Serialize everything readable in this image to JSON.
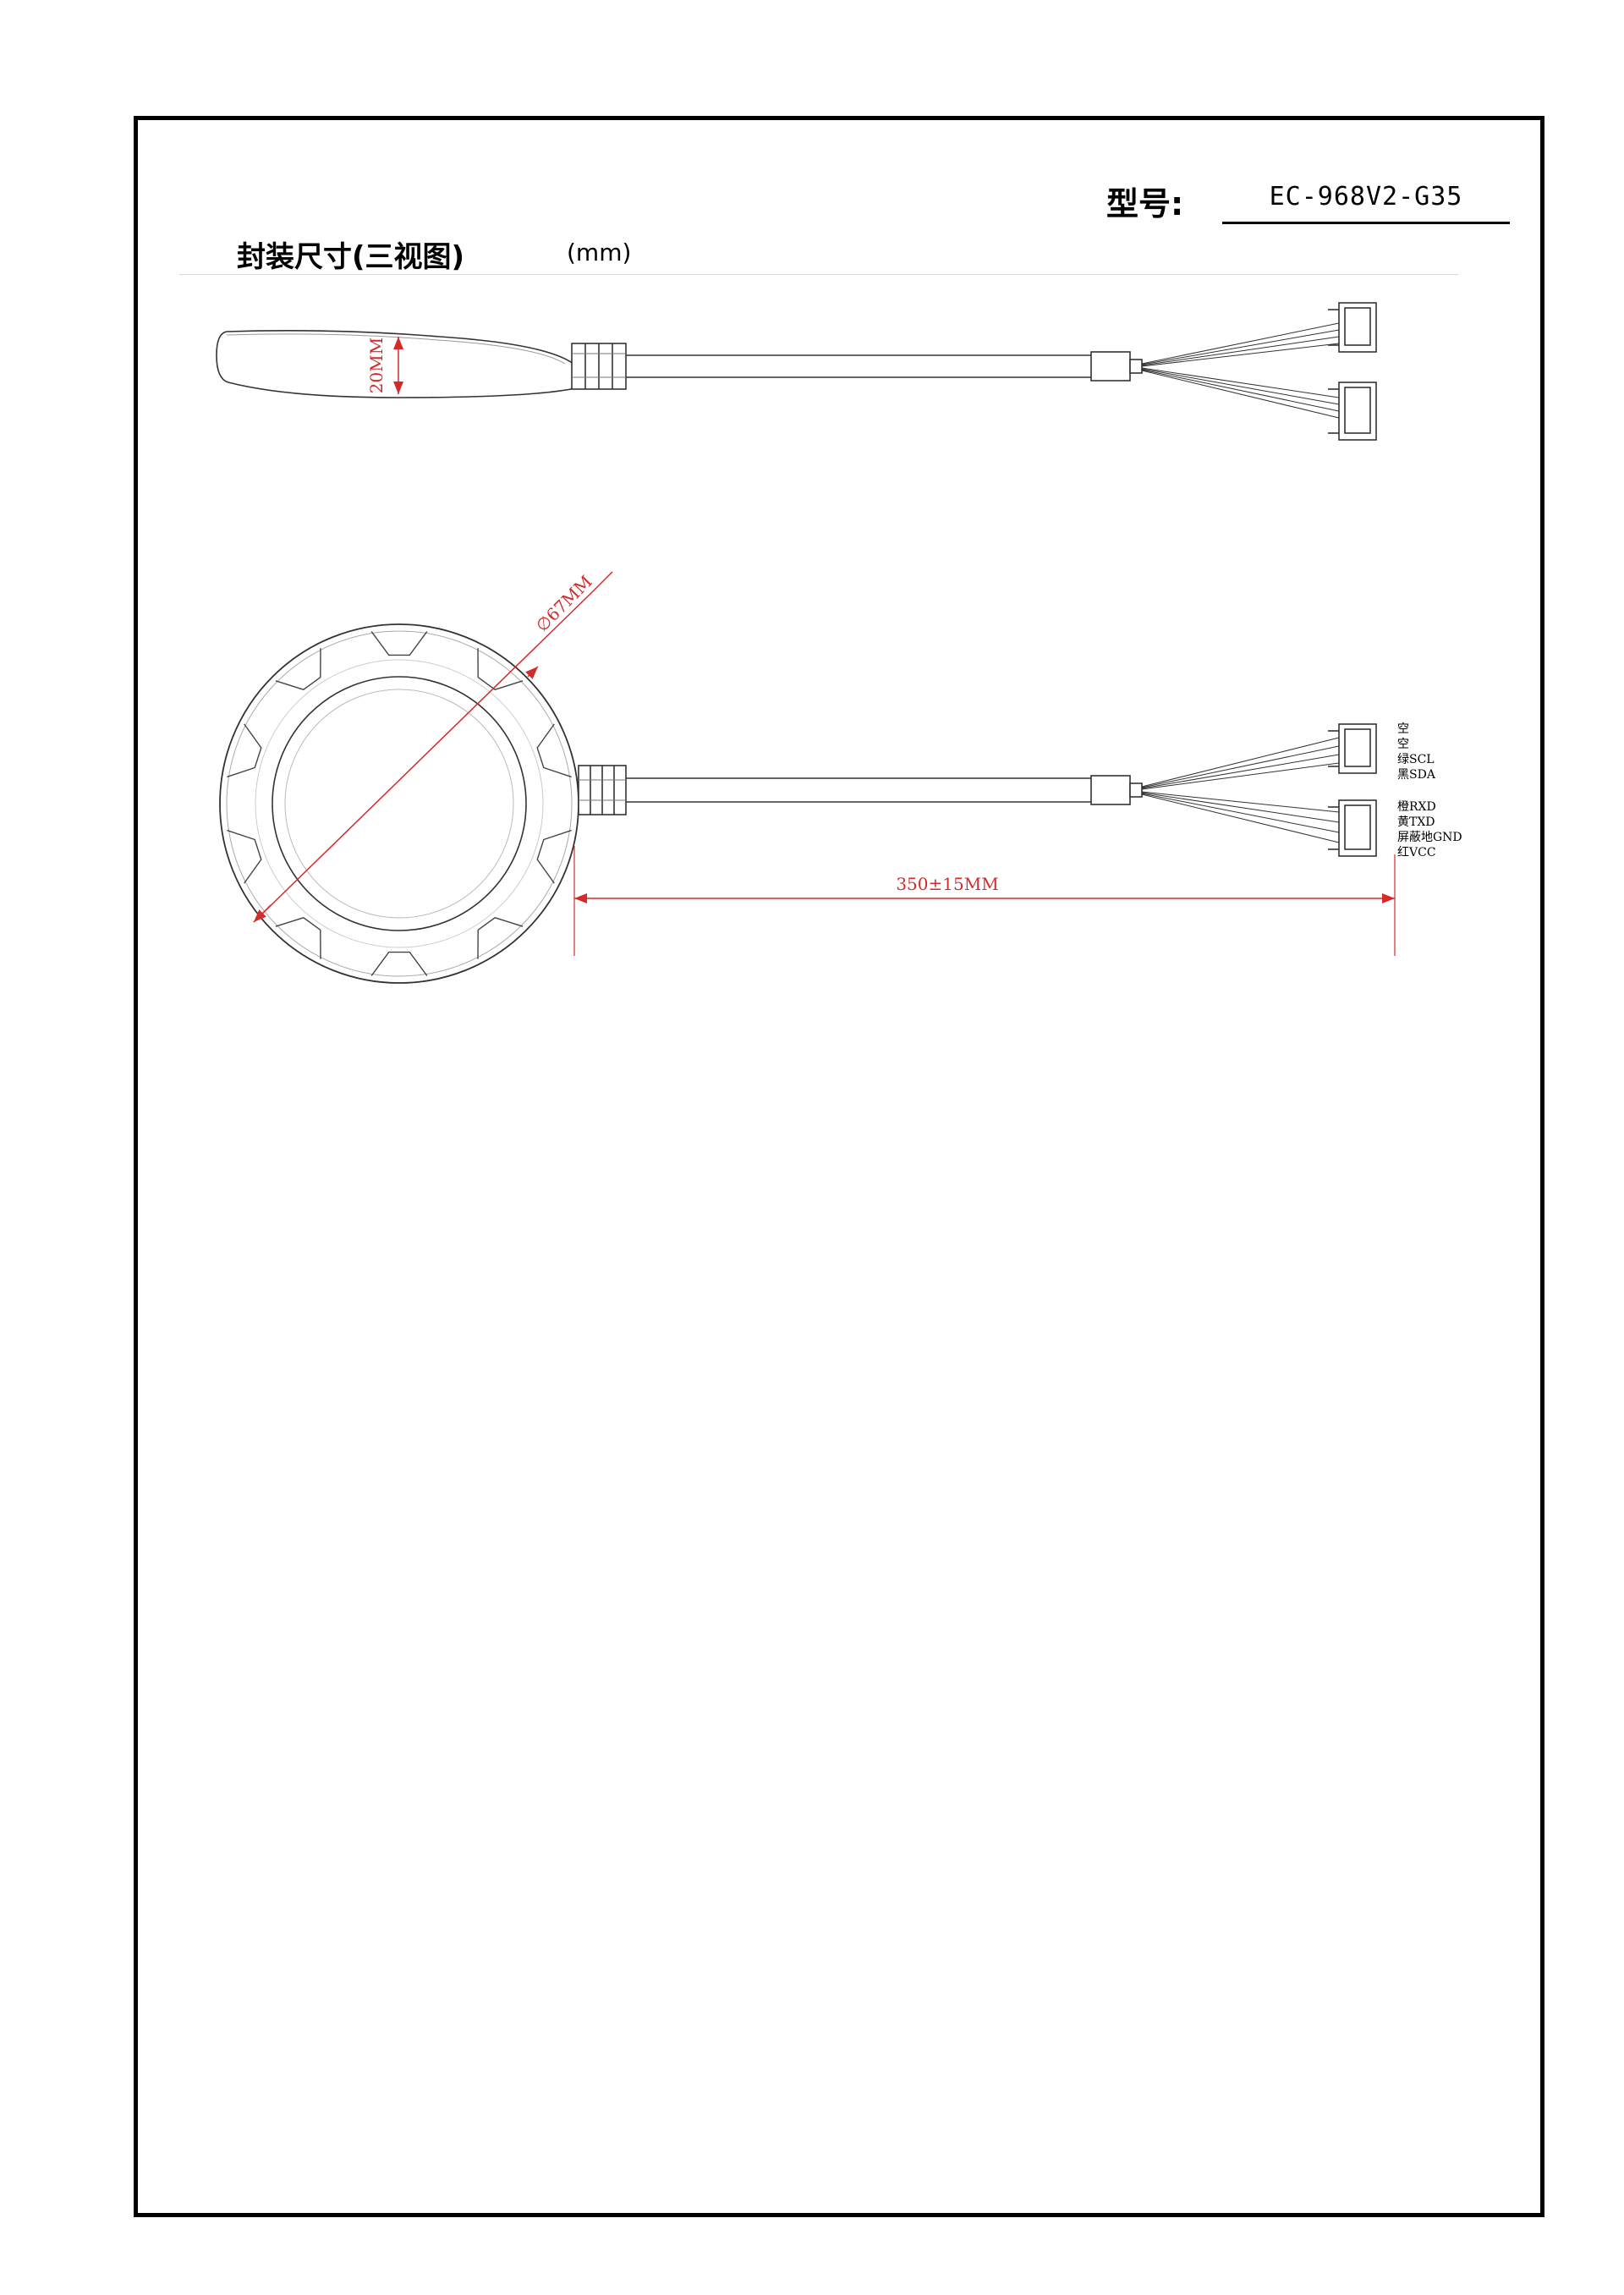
{
  "header": {
    "model_label": "型号:",
    "model_value": "EC-968V2-G35",
    "section_title": "封装尺寸(三视图)",
    "unit": "(mm)"
  },
  "dimensions": {
    "height": "20MM",
    "diameter": "∅67MM",
    "cable_length": "350±15MM"
  },
  "wire_labels": {
    "connector_a": [
      "空",
      "空",
      "绿SCL",
      "黑SDA"
    ],
    "connector_b": [
      "橙RXD",
      "黄TXD",
      "屏蔽地GND",
      "红VCC"
    ]
  },
  "colors": {
    "dimension": "#d42a2a",
    "line": "#333333"
  }
}
